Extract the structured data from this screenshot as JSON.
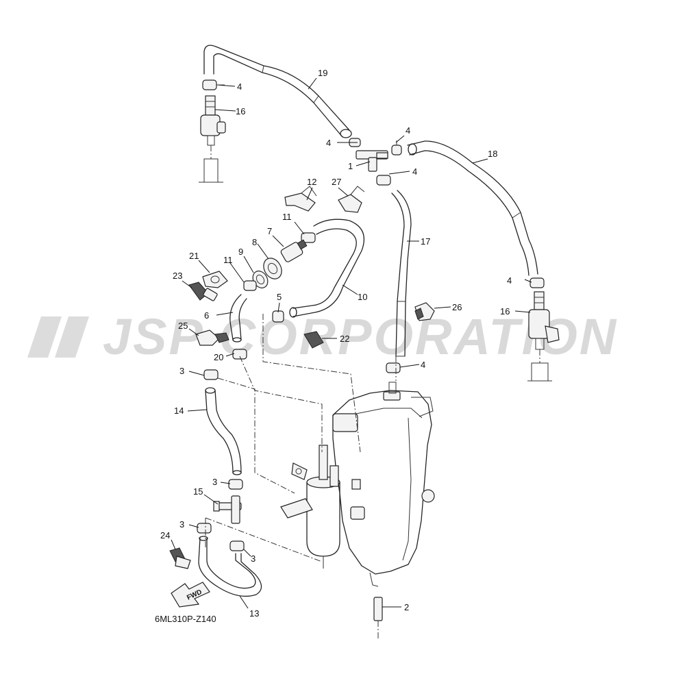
{
  "watermark": {
    "text": "JSP CORPORATION"
  },
  "diagram": {
    "code": "6ML310P-Z140",
    "fwd_label": "FWD",
    "callouts": [
      "19",
      "4",
      "16",
      "4",
      "4",
      "1",
      "18",
      "4",
      "12",
      "27",
      "11",
      "17",
      "7",
      "8",
      "21",
      "9",
      "11",
      "23",
      "10",
      "4",
      "5",
      "6",
      "26",
      "16",
      "25",
      "22",
      "20",
      "4",
      "3",
      "14",
      "3",
      "15",
      "3",
      "24",
      "3",
      "13",
      "2"
    ]
  }
}
